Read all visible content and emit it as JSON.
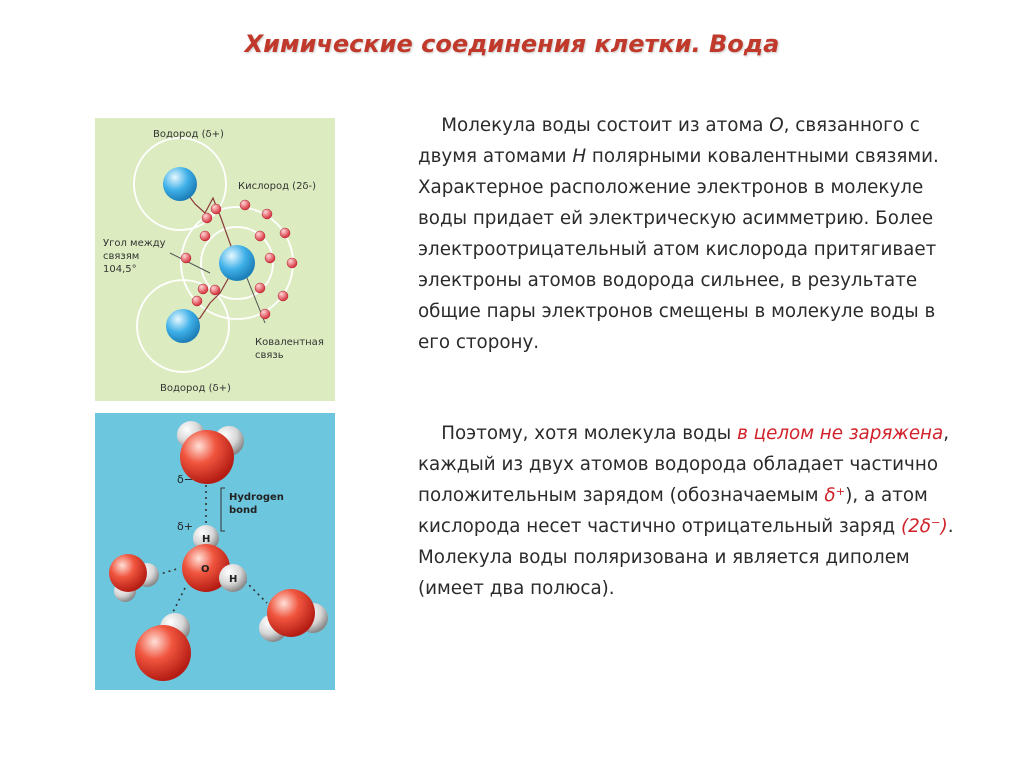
{
  "slide": {
    "title": "Химические соединения клетки. Вода"
  },
  "paragraph1": {
    "part1": "Молекула воды состоит из атома ",
    "atom_o": "О",
    "part2": ", связанного с двумя атомами ",
    "atom_h": "Н",
    "part3": " полярными ковалентными связями. Характерное расположение электронов в молекуле воды придает ей электрическую асимметрию. Более электроотрицательный атом кислорода притягивает электроны атомов водорода сильнее, в результате общие пары электронов смещены в молекуле воды в его сторону."
  },
  "paragraph2": {
    "part1": "Поэтому, хотя молекула воды ",
    "highlight1": "в целом не заряжена",
    "part2": ", каждый из двух атомов водорода обладает частично положительным зарядом (обозначаемым ",
    "delta_plus": "δ⁺",
    "part3": "), а атом кислорода несет частично отрицательный заряд ",
    "delta_minus": "(2δ⁻)",
    "part4": ". Молекула воды поляризована и является диполем (имеет два полюса)."
  },
  "diagram1": {
    "label_h_top": "Водород (δ+)",
    "label_o": "Кислород (2δ-)",
    "label_angle_1": "Угол между",
    "label_angle_2": "связям",
    "label_angle_3": "104,5°",
    "label_bond_1": "Ковалентная",
    "label_bond_2": "связь",
    "label_h_bottom": "Водород (δ+)",
    "colors": {
      "background": "#dcecc0",
      "nucleus": "#3fb0e8",
      "electron": "#e8505a",
      "line": "#6a6a6a"
    }
  },
  "diagram2": {
    "label_delta_minus": "δ−",
    "label_delta_plus": "δ+",
    "label_hbond_1": "Hydrogen",
    "label_hbond_2": "bond",
    "label_h1": "H",
    "label_o": "O",
    "label_h2": "H",
    "colors": {
      "background": "#6cc6de",
      "oxygen": "#e23a2e",
      "hydrogen": "#d8d8d8"
    }
  }
}
